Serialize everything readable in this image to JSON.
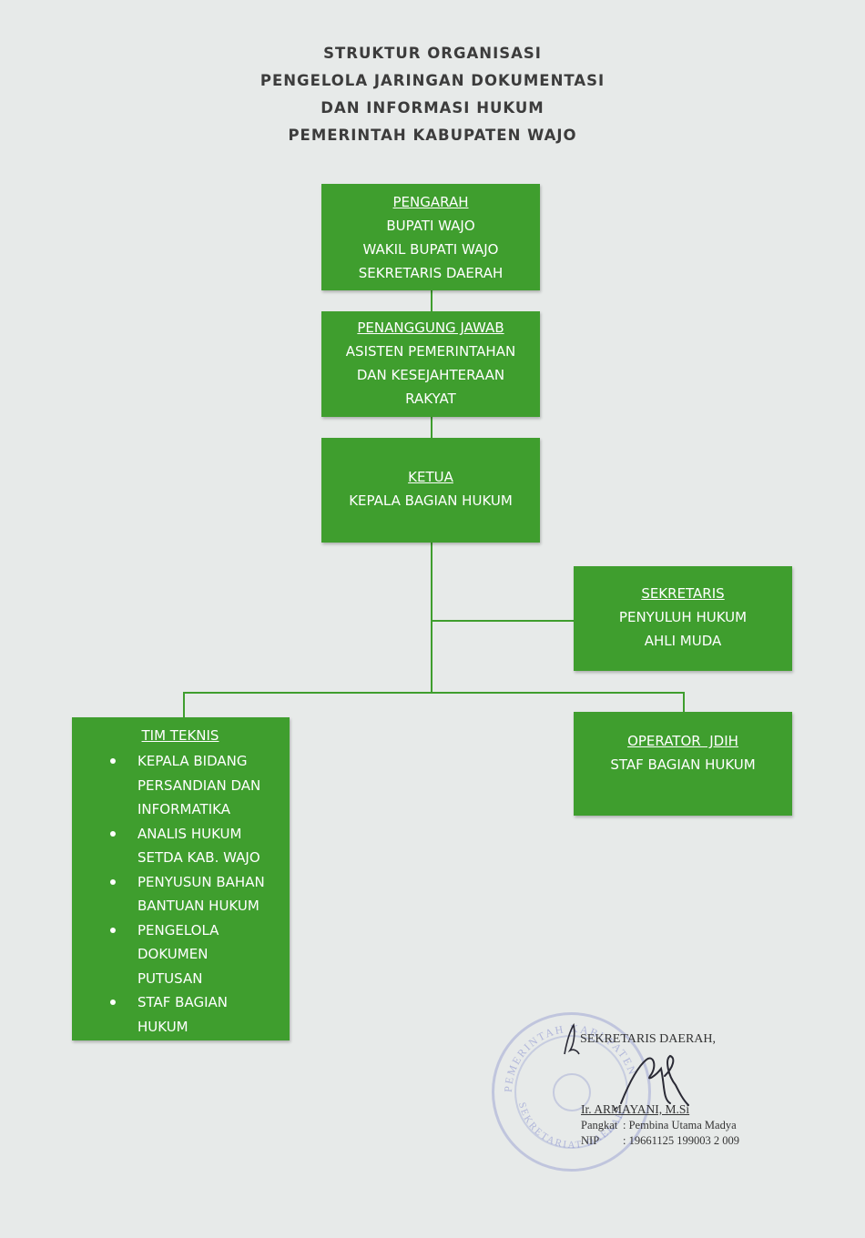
{
  "title": {
    "lines": [
      "STRUKTUR ORGANISASI",
      "PENGELOLA JARINGAN DOKUMENTASI",
      "DAN INFORMASI HUKUM",
      "PEMERINTAH KABUPATEN WAJO"
    ]
  },
  "pengarah": {
    "head": "PENGARAH",
    "lines": [
      "BUPATI WAJO",
      "WAKIL BUPATI WAJO",
      "SEKRETARIS DAERAH"
    ]
  },
  "penanggung_jawab": {
    "head": "PENANGGUNG JAWAB",
    "lines": [
      "ASISTEN PEMERINTAHAN",
      "DAN KESEJAHTERAAN",
      "RAKYAT"
    ]
  },
  "ketua": {
    "head": "KETUA",
    "lines": [
      "KEPALA BAGIAN HUKUM"
    ]
  },
  "sekretaris": {
    "head": "SEKRETARIS",
    "lines": [
      "PENYULUH HUKUM",
      "AHLI MUDA"
    ]
  },
  "tim_teknis": {
    "head": "TIM TEKNIS",
    "items": [
      [
        "KEPALA BIDANG",
        "PERSANDIAN DAN",
        "INFORMATIKA"
      ],
      [
        "ANALIS HUKUM",
        "SETDA KAB. WAJO"
      ],
      [
        "PENYUSUN BAHAN",
        "BANTUAN HUKUM"
      ],
      [
        "PENGELOLA",
        "DOKUMEN",
        "PUTUSAN"
      ],
      [
        "STAF BAGIAN",
        "HUKUM"
      ]
    ]
  },
  "operator": {
    "head": "OPERATOR  JDIH",
    "lines": [
      "STAF BAGIAN HUKUM"
    ]
  },
  "signature": {
    "title": "SEKRETARIS DAERAH,",
    "name": "Ir. ARMAYANI, M.Si",
    "pangkat_label": "Pangkat",
    "pangkat_value": ": Pembina Utama Madya",
    "nip_label": "NIP",
    "nip_value": ": 19661125 199003 2 009",
    "stamp_text_top": "PEMERINTAH KABUPATEN",
    "stamp_text_bottom": "SEKRETARIAT DAERAH"
  },
  "colors": {
    "box_green": "#3f9e2e",
    "background": "#e7eae9"
  }
}
